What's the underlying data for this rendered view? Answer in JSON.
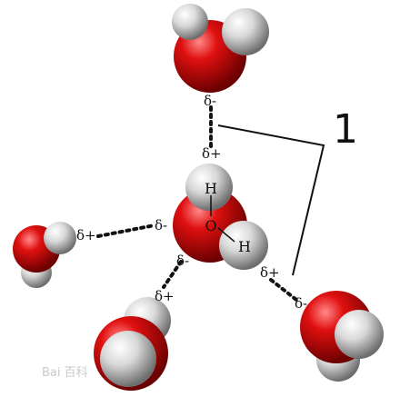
{
  "colors": {
    "oxygen": "#d40000",
    "hydrogen": "#d9d9d9",
    "bond": "#111111",
    "background": "#ffffff"
  },
  "labels": {
    "top_delta_minus": "δ-",
    "top_delta_plus": "δ+",
    "left_delta_plus": "δ+",
    "left_delta_minus": "δ-",
    "bottom_left_delta_minus": "δ-",
    "bottom_left_delta_plus": "δ+",
    "right_delta_plus": "δ+",
    "right_delta_minus": "δ-",
    "central_h1": "H",
    "central_o": "O",
    "central_h2": "H",
    "callout_number": "1"
  },
  "watermark": {
    "text": "Bai 百科"
  }
}
